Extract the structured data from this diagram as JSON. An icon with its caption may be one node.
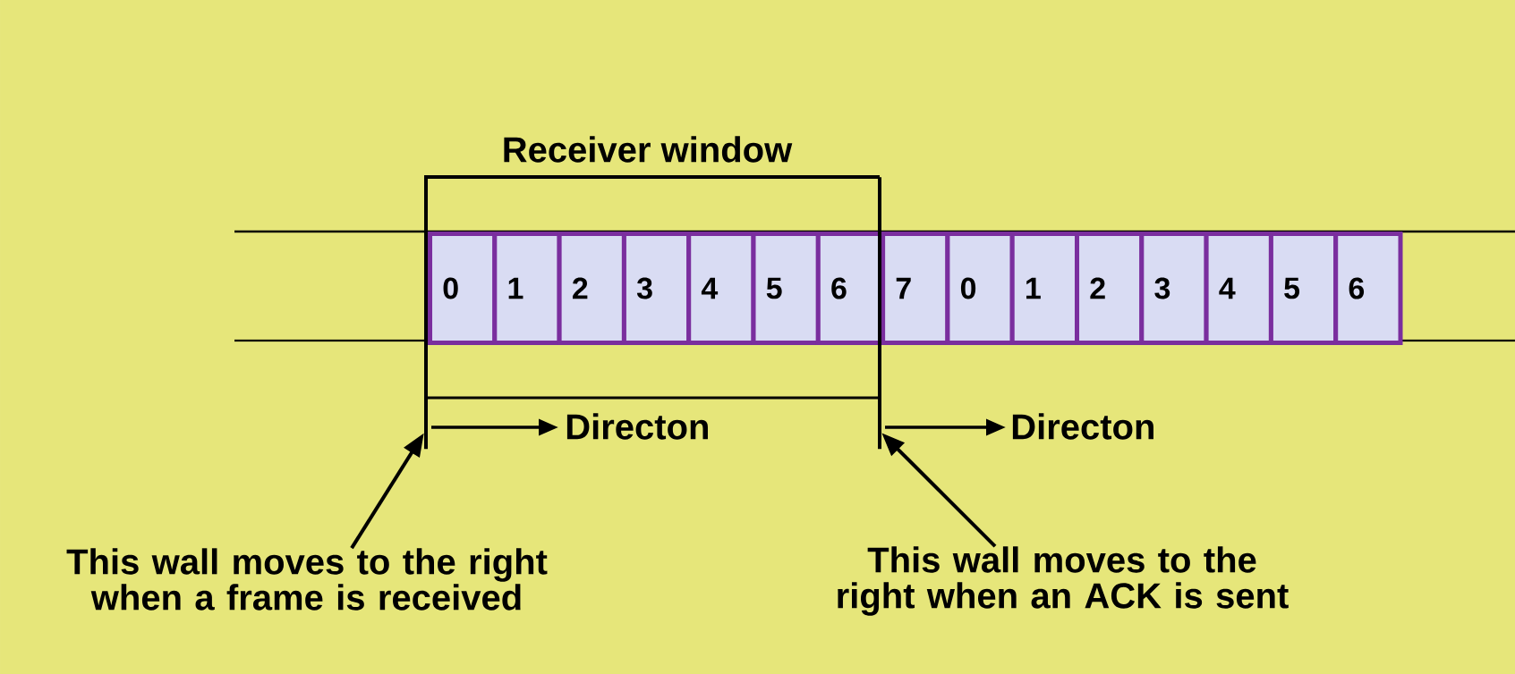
{
  "diagram": {
    "nodes": [
      {
        "text": [
          "0"
        ]
      },
      {
        "text": [
          "1"
        ]
      },
      {
        "text": [
          "2"
        ]
      },
      {
        "text": [
          "3"
        ]
      },
      {
        "text": [
          "4"
        ]
      },
      {
        "text": [
          "5"
        ]
      },
      {
        "text": [
          "6"
        ]
      },
      {
        "text": [
          "7"
        ]
      },
      {
        "text": [
          "0"
        ]
      },
      {
        "text": [
          "1"
        ]
      },
      {
        "text": [
          "2"
        ]
      },
      {
        "text": [
          "3"
        ]
      },
      {
        "text": [
          "4"
        ]
      },
      {
        "text": [
          "5"
        ]
      },
      {
        "text": [
          "6"
        ]
      },
      {
        "text": [],
        "shape": "bar"
      },
      {
        "text": [],
        "shape": "bar"
      },
      {
        "text": [
          "This wall moves to the right when a frame is received"
        ]
      },
      {
        "text": [
          "This wall moves to the right when an ACK is sent"
        ]
      }
    ],
    "edges": [
      {
        "from": 17,
        "to": 15,
        "arrow": "to"
      },
      {
        "from": 18,
        "to": 16,
        "arrow": "to"
      }
    ],
    "labels": [
      "Receiver window",
      "Directon",
      "Directon"
    ]
  }
}
